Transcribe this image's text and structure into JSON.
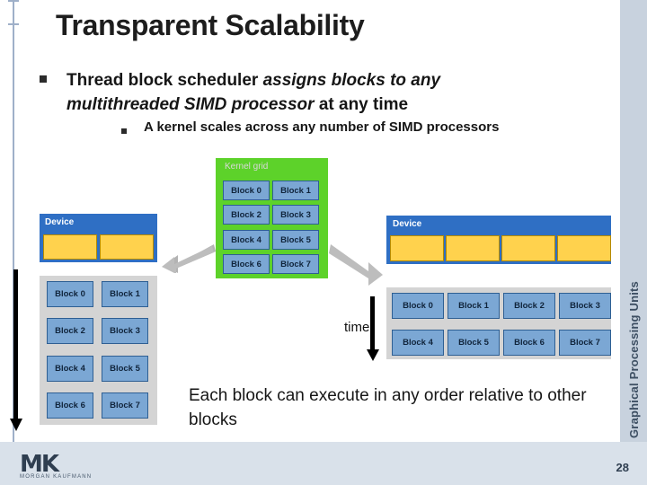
{
  "slide": {
    "title": "Transparent Scalability",
    "bullet1_part1": "Thread block scheduler",
    "bullet1_part2": " assigns blocks to any multithreaded SIMD processor",
    "bullet1_part3": " at any time",
    "bullet2": "A kernel scales across any number of SIMD processors",
    "caption": "Each block can execute in any order relative to other blocks",
    "time_label": "time"
  },
  "sidebar": {
    "text": "Graphical Processing Units"
  },
  "kernel_grid": {
    "label": "Kernel grid",
    "blocks": [
      "Block 0",
      "Block 1",
      "Block 2",
      "Block 3",
      "Block 4",
      "Block 5",
      "Block 6",
      "Block 7"
    ]
  },
  "device_left": {
    "label": "Device",
    "blocks": [
      "Block 0",
      "Block 1",
      "Block 2",
      "Block 3",
      "Block 4",
      "Block 5",
      "Block 6",
      "Block 7"
    ]
  },
  "device_right": {
    "label": "Device",
    "blocks": [
      "Block 0",
      "Block 1",
      "Block 2",
      "Block 3",
      "Block 4",
      "Block 5",
      "Block 6",
      "Block 7"
    ]
  },
  "footer": {
    "logo": "MK",
    "logo_sub": "MORGAN KAUFMANN",
    "page_number": "28"
  },
  "colors": {
    "kernel_green": "#5dd22a",
    "device_blue": "#2f6fc4",
    "block_blue": "#7ba7d4",
    "cell_yellow": "#ffd24d",
    "panel_grey": "#d4d4d4",
    "sidebar_grey": "#c8d2de",
    "footer_grey": "#d9e1ea"
  }
}
